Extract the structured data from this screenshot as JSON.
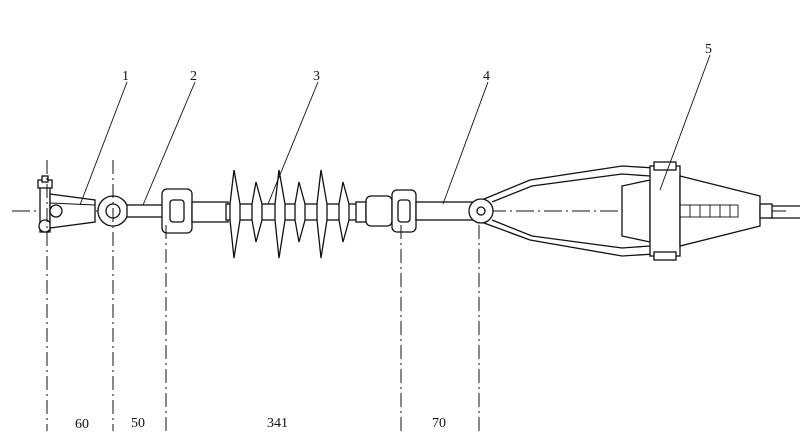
{
  "part_labels": [
    "1",
    "2",
    "3",
    "4",
    "5"
  ],
  "dimensions": [
    "60",
    "50",
    "341",
    "70"
  ]
}
